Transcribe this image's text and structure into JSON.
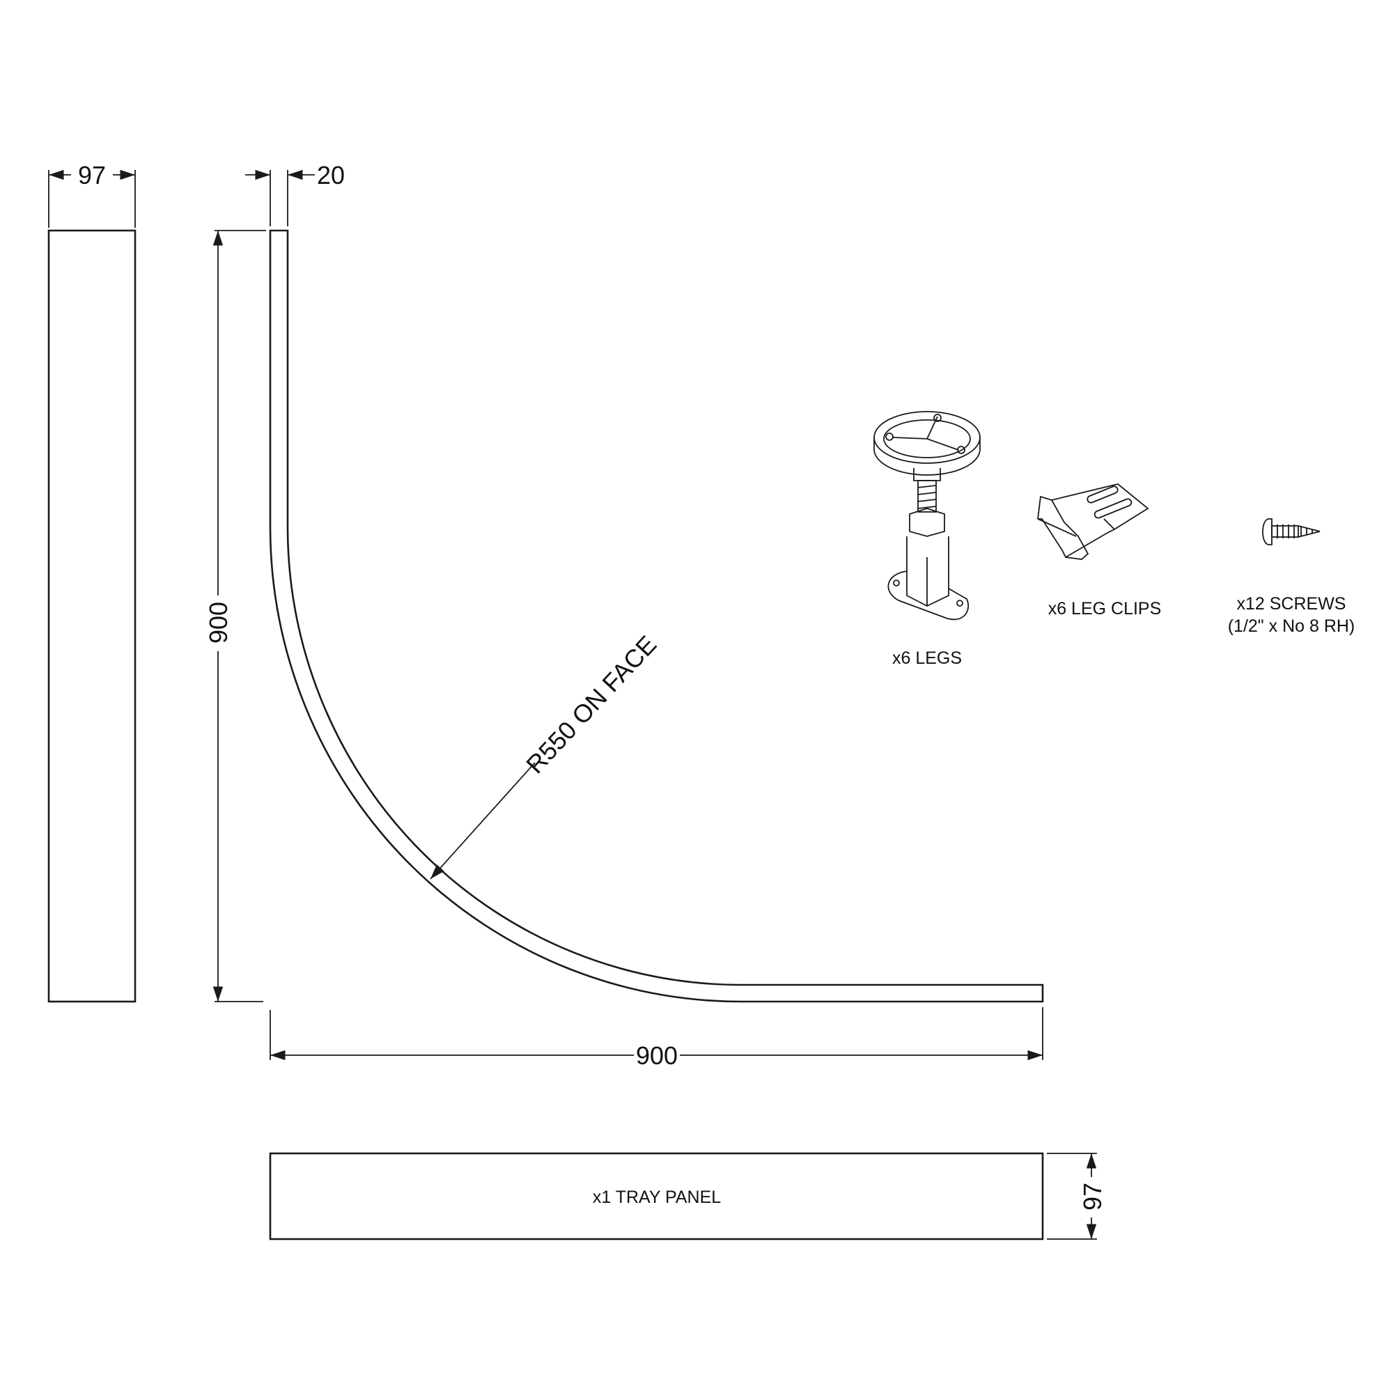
{
  "dimensions": {
    "side_panel_width": "97",
    "panel_thickness": "20",
    "height": "900",
    "width": "900",
    "radius": "R550 ON FACE",
    "tray_panel_height": "97"
  },
  "parts": {
    "tray_panel": "x1 TRAY PANEL",
    "legs": "x6 LEGS",
    "leg_clips": "x6 LEG CLIPS",
    "screws_line1": "x12 SCREWS",
    "screws_line2": "(1/2\" x No 8 RH)"
  },
  "icons": [
    "adjustable-leg-icon",
    "leg-clip-icon",
    "screw-icon"
  ],
  "colors": {
    "line": "#1a1a1a",
    "background": "#ffffff"
  }
}
